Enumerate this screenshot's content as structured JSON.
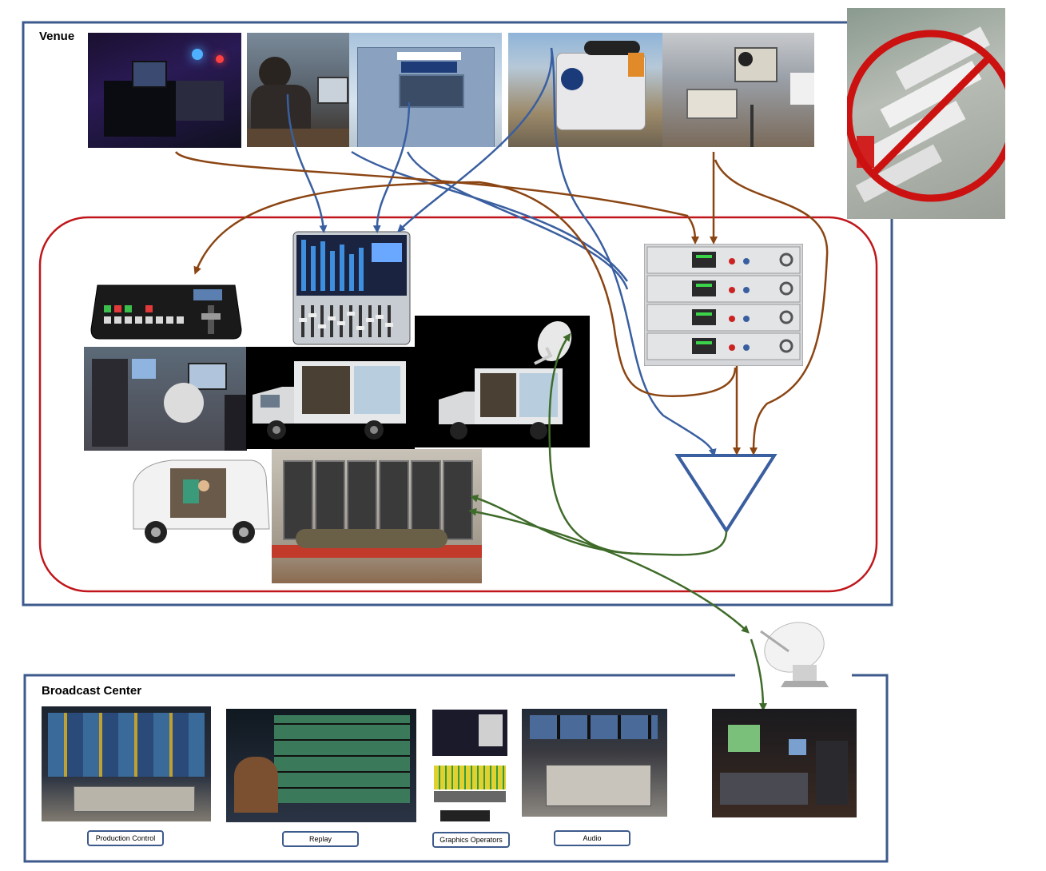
{
  "venue": {
    "title": "Venue"
  },
  "broadcast_center": {
    "title": "Broadcast Center",
    "labels": [
      "Production Control",
      "Replay",
      "Graphics Operators",
      "Audio"
    ]
  },
  "colors": {
    "frame_blue": "#3d5a8c",
    "truck_red": "#c0161b",
    "video_blue": "#3a5fa0",
    "audio_brown": "#8b4513",
    "feed_green": "#3f6b2a",
    "no_sign_red": "#cc1111"
  },
  "icons": [
    "camera-operator-photo",
    "announcer-photo",
    "announce-booth-photo",
    "broadcast-camera-photo",
    "stadium-cameras-photo",
    "video-switcher-icon",
    "audio-mixer-icon",
    "ccu-rack-icon",
    "truck-interior-photo",
    "production-truck-icon",
    "satellite-truck-icon",
    "sprinter-van-icon",
    "equipment-racks-photo",
    "router-triangle-icon",
    "satellite-dish-icon",
    "no-compound-icon",
    "production-control-photo",
    "replay-photo",
    "graphics-station-photo",
    "audio-room-photo",
    "receive-rack-photo"
  ]
}
